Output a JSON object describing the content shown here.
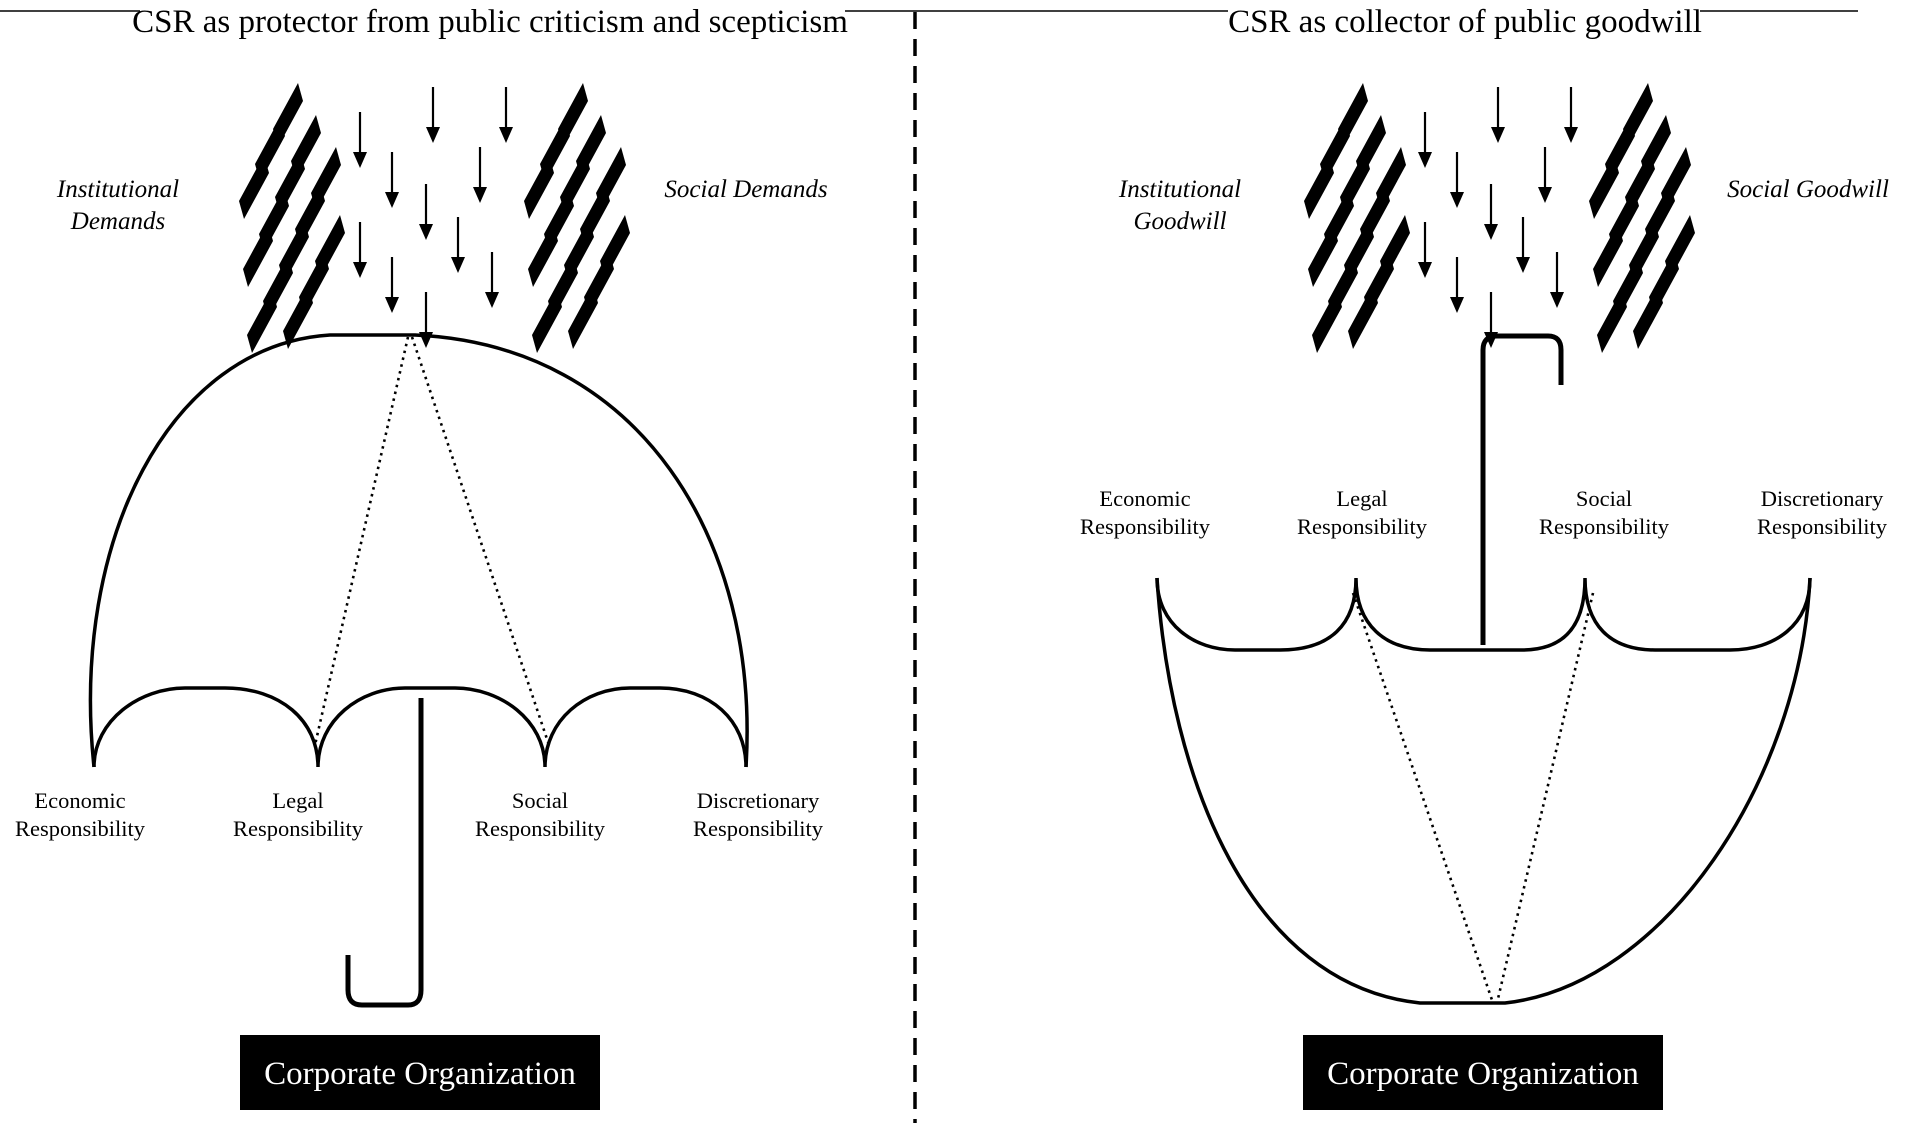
{
  "left_panel": {
    "title": "CSR as protector from public criticism and scepticism",
    "left_label_line1": "Institutional",
    "left_label_line2": "Demands",
    "right_label": "Social Demands",
    "responsibilities": [
      {
        "line1": "Economic",
        "line2": "Responsibility"
      },
      {
        "line1": "Legal",
        "line2": "Responsibility"
      },
      {
        "line1": "Social",
        "line2": "Responsibility"
      },
      {
        "line1": "Discretionary",
        "line2": "Responsibility"
      }
    ],
    "box_label": "Corporate Organization"
  },
  "right_panel": {
    "title": "CSR as collector of public goodwill",
    "left_label_line1": "Institutional",
    "left_label_line2": "Goodwill",
    "right_label": "Social Goodwill",
    "responsibilities": [
      {
        "line1": "Economic",
        "line2": "Responsibility"
      },
      {
        "line1": "Legal",
        "line2": "Responsibility"
      },
      {
        "line1": "Social",
        "line2": "Responsibility"
      },
      {
        "line1": "Discretionary",
        "line2": "Responsibility"
      }
    ],
    "box_label": "Corporate Organization"
  },
  "colors": {
    "ink": "#000000",
    "box_fill": "#000000",
    "box_text": "#ffffff",
    "background": "#ffffff"
  }
}
